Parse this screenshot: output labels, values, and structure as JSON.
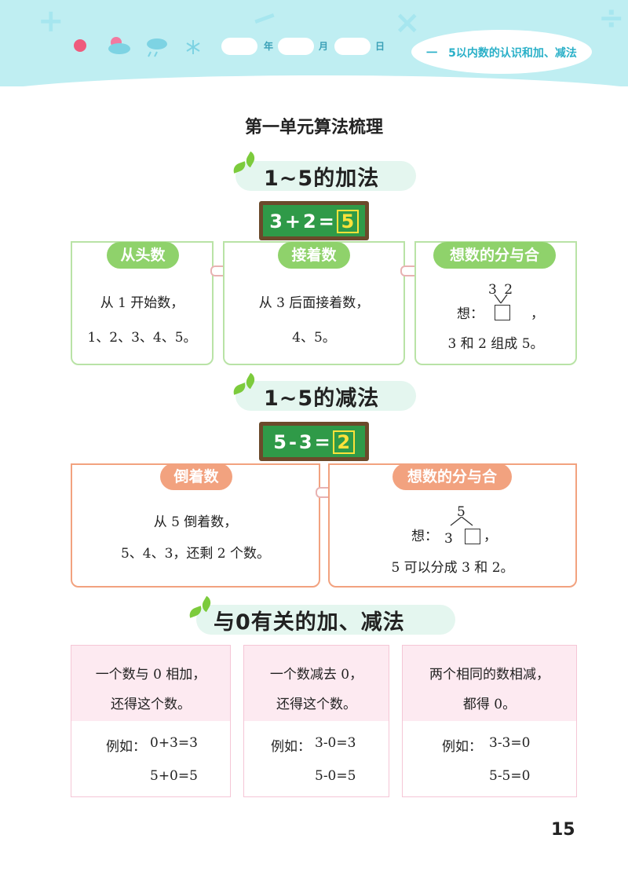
{
  "header": {
    "date_labels": [
      "年",
      "月",
      "日"
    ],
    "chapter_title": "一　5以内数的认识和加、减法",
    "deco_icons": [
      "plus-icon",
      "minus-icon",
      "times-icon",
      "divide-icon"
    ],
    "weather_icons": [
      "sun-icon",
      "cloud-icon",
      "rain-icon",
      "snow-icon"
    ]
  },
  "main_title": "第一单元算法梳理",
  "add_section": {
    "title": "1~5的加法",
    "board_expr": "3+2=",
    "board_answer": "5",
    "cards": [
      {
        "label": "从头数",
        "line1": "从 1 开始数，",
        "line2": "1、2、3、4、5。"
      },
      {
        "label": "接着数",
        "line1": "从 3 后面接着数，",
        "line2": "4、5。"
      },
      {
        "label": "想数的分与合",
        "think": "想：",
        "top_nums": "3 2",
        "line2": "3 和 2 组成 5。"
      }
    ]
  },
  "sub_section": {
    "title": "1~5的减法",
    "board_expr": "5-3=",
    "board_answer": "2",
    "cards": [
      {
        "label": "倒着数",
        "line1": "从 5 倒着数，",
        "line2": "5、4、3，还剩 2 个数。"
      },
      {
        "label": "想数的分与合",
        "think": "想：",
        "top_num": "5",
        "left_num": "3",
        "comma": "，",
        "line2": "5 可以分成 3 和 2。"
      }
    ]
  },
  "zero_section": {
    "title": "与0有关的加、减法",
    "cards": [
      {
        "rule1": "一个数与 0 相加，",
        "rule2": "还得这个数。",
        "example_label": "例如：",
        "ex1": "0+3=3",
        "ex2": "5+0=5"
      },
      {
        "rule1": "一个数减去 0，",
        "rule2": "还得这个数。",
        "example_label": "例如：",
        "ex1": "3-0=3",
        "ex2": "5-0=5"
      },
      {
        "rule1": "两个相同的数相减，",
        "rule2": "都得 0。",
        "example_label": "例如：",
        "ex1": "3-3=0",
        "ex2": "5-5=0"
      }
    ]
  },
  "page_number": "15",
  "colors": {
    "green_card": "#b9e3a6",
    "orange_card": "#f2a27f",
    "pink_card": "#f5c6d6",
    "header": "#bfeef2"
  }
}
